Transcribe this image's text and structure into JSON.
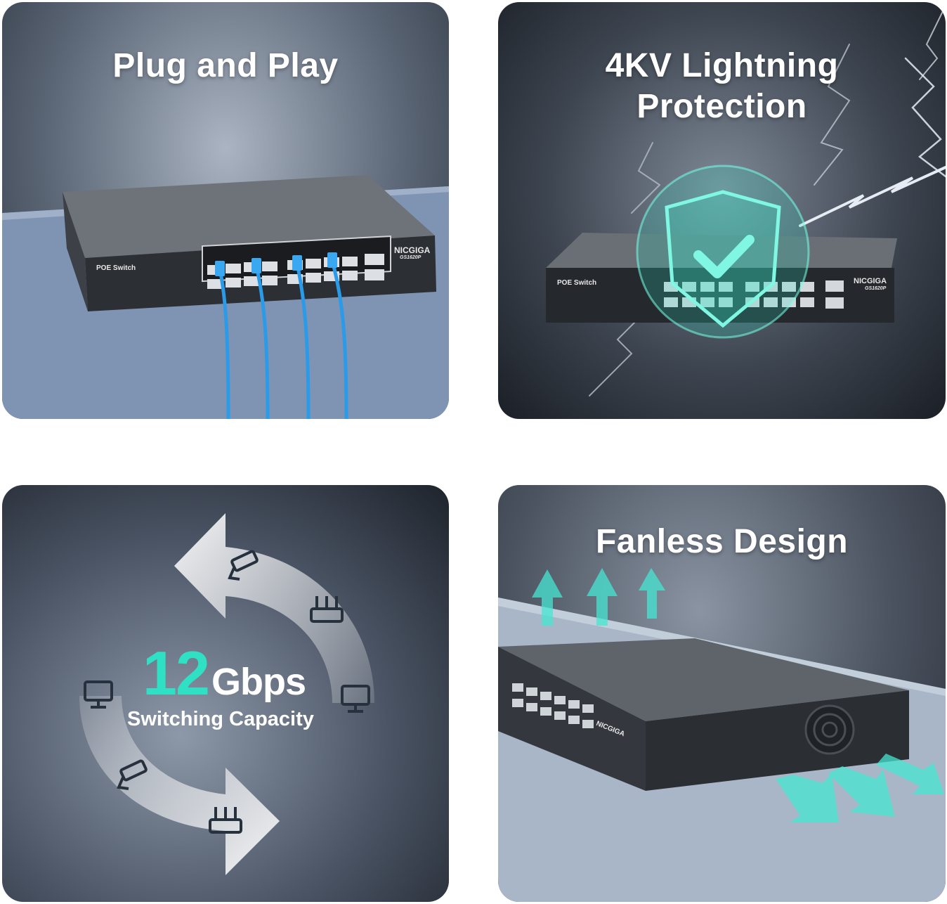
{
  "panels": {
    "plug": {
      "title": "Plug and Play",
      "brand": "NICGIGA",
      "model": "GS1620P",
      "switch_label": "POE Switch"
    },
    "lightning": {
      "title_line1": "4KV Lightning",
      "title_line2": "Protection"
    },
    "capacity": {
      "number": "12",
      "unit": "Gbps",
      "label": "Switching Capacity"
    },
    "fanless": {
      "title": "Fanless Design"
    }
  },
  "colors": {
    "accent_teal": "#2fe0c4",
    "cable_blue": "#2a9be8"
  },
  "icons": [
    "cctv-camera-icon",
    "router-icon",
    "monitor-icon",
    "shield-check-icon",
    "airflow-arrow-icon"
  ]
}
